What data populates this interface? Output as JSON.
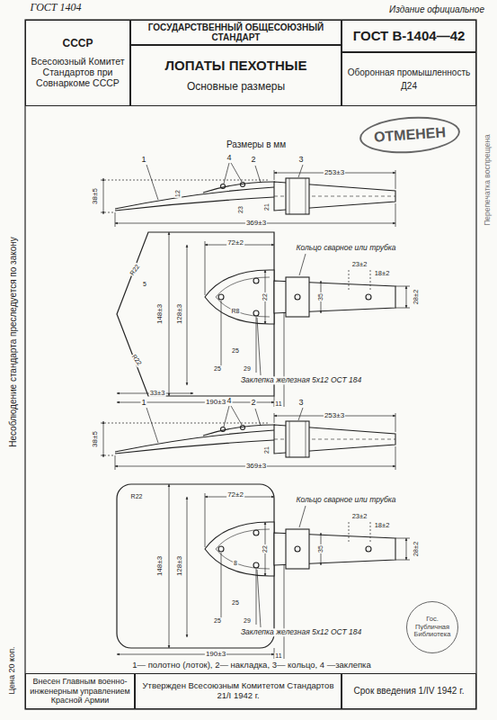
{
  "diagram": {
    "caption": "1— полотно (лоток), 2— накладка, 3— кольцо, 4 —заклепка",
    "nodes": [
      {
        "text": [
          "СССР",
          "Всесоюзный Комитет Стандартов при Совнаркоме СССР"
        ]
      },
      {
        "text": [
          "ГОСУДАРСТВЕННЫЙ ОБЩЕСОЮЗНЫЙ СТАНДАРТ"
        ]
      },
      {
        "text": [
          "ЛОПАТЫ ПЕХОТНЫЕ",
          "Основные размеры"
        ]
      },
      {
        "text": [
          "ГОСТ В-1404—42"
        ]
      },
      {
        "text": [
          "Оборонная промышленность",
          "Д24"
        ]
      },
      {
        "text": [
          "ОТМЕНЕН"
        ]
      },
      {
        "text": [
          "Внесен Главным военно-инженерным управлением Красной Армии"
        ]
      },
      {
        "text": [
          "Утвержден Всесоюзным Комитетом Стандартов 21/I 1942 г."
        ]
      },
      {
        "text": [
          "Срок введения 1/IV 1942 г."
        ]
      },
      {
        "text": [
          "Гос. Публичная Библиотека"
        ]
      }
    ],
    "labels": [
      "ГОСТ 1404",
      "Издание официальное",
      "Размеры в мм",
      "1",
      "4",
      "2",
      "3",
      "253±3",
      "38±5",
      "12",
      "23",
      "21",
      "369±3",
      "72±2",
      "Кольцо сварное или трубка",
      "23±2",
      "18±2",
      "R22",
      "5",
      "148±3",
      "128±3",
      "22",
      "35",
      "28±2",
      "R8",
      "R22",
      "25",
      "25",
      "29",
      "Заклепка железная 5х12 ОСТ 184",
      "33±3",
      "190±3",
      "11",
      "1",
      "4",
      "2",
      "3",
      "253±3",
      "38±5",
      "21",
      "369±3",
      "R22",
      "72±2",
      "Кольцо сварное или трубка",
      "23±2",
      "18±2",
      "148±3",
      "128±3",
      "22",
      "35",
      "28±2",
      "8",
      "25",
      "25",
      "29",
      "Заклепка железная 5х12 ОСТ 184",
      "190±3",
      "11",
      "Несоблюдение стандарта преследуется по закону",
      "Цена 20 коп.",
      "Перепечатка воспрещена"
    ]
  }
}
